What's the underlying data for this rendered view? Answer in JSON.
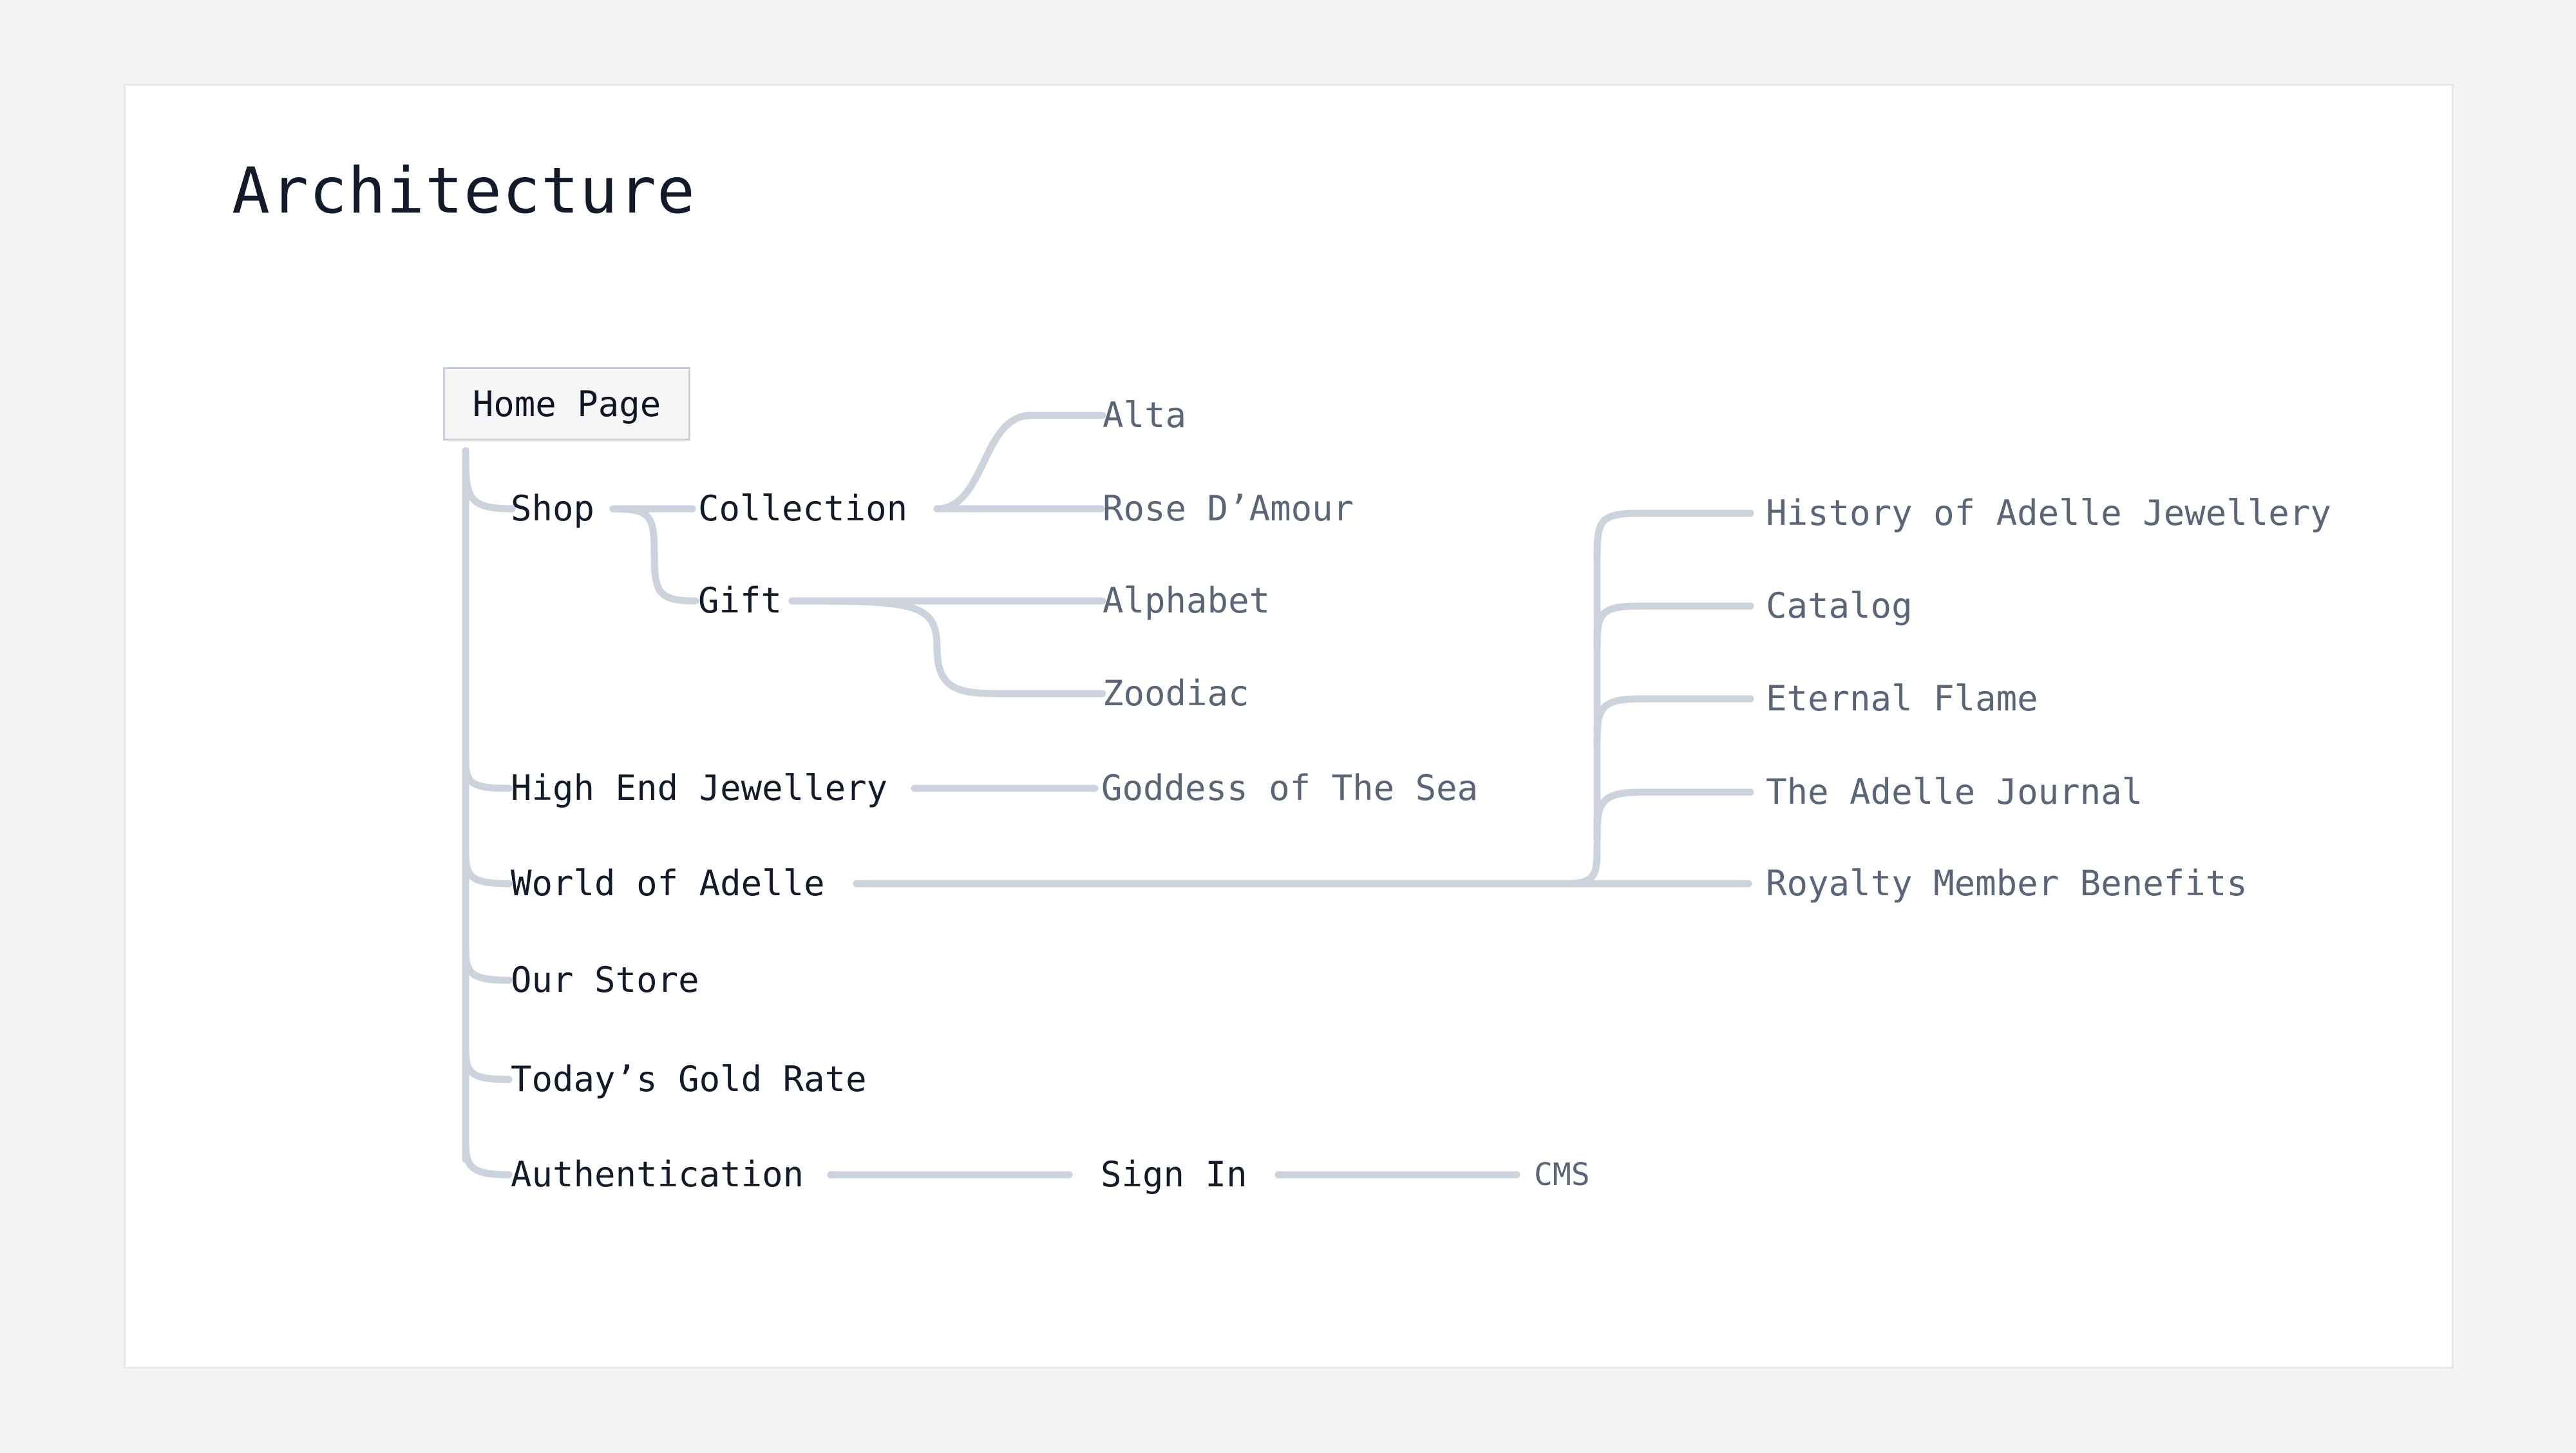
{
  "page": {
    "title": "Architecture",
    "background_color": "#f4f4f5",
    "card_background": "#ffffff",
    "card_border_color": "#e6e7ea"
  },
  "colors": {
    "connector": "#ccd3dc",
    "text_primary": "#131a29",
    "text_secondary": "#5b6578",
    "root_box_fill": "#f6f6f7",
    "root_box_border": "#c9d0da"
  },
  "tree": {
    "root": {
      "label": "Home Page",
      "level": 0
    },
    "nodes": [
      {
        "id": "shop",
        "label": "Shop",
        "level": 1
      },
      {
        "id": "collection",
        "label": "Collection",
        "level": 2
      },
      {
        "id": "alta",
        "label": "Alta",
        "level": 3
      },
      {
        "id": "rose",
        "label": "Rose D’Amour",
        "level": 3
      },
      {
        "id": "gift",
        "label": "Gift",
        "level": 2
      },
      {
        "id": "alphabet",
        "label": "Alphabet",
        "level": 3
      },
      {
        "id": "zoodiac",
        "label": "Zoodiac",
        "level": 3
      },
      {
        "id": "highend",
        "label": "High End Jewellery",
        "level": 1
      },
      {
        "id": "goddess",
        "label": "Goddess of The Sea",
        "level": 2
      },
      {
        "id": "world",
        "label": "World of Adelle",
        "level": 1
      },
      {
        "id": "history",
        "label": "History of Adelle Jewellery",
        "level": 2
      },
      {
        "id": "catalog",
        "label": "Catalog",
        "level": 2
      },
      {
        "id": "eternal",
        "label": "Eternal Flame",
        "level": 2
      },
      {
        "id": "journal",
        "label": "The Adelle Journal",
        "level": 2
      },
      {
        "id": "royalty",
        "label": "Royalty Member Benefits",
        "level": 2
      },
      {
        "id": "store",
        "label": "Our Store",
        "level": 1
      },
      {
        "id": "gold",
        "label": "Today’s Gold Rate",
        "level": 1
      },
      {
        "id": "auth",
        "label": "Authentication",
        "level": 1
      },
      {
        "id": "signin",
        "label": "Sign In",
        "level": 2
      },
      {
        "id": "cms",
        "label": "CMS",
        "level": 3
      }
    ]
  }
}
